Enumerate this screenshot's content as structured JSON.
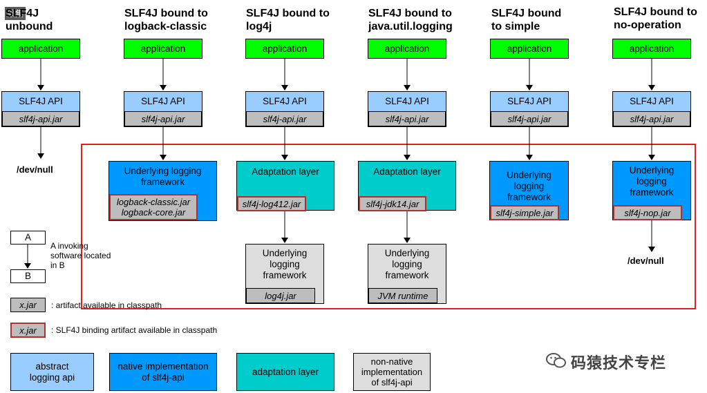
{
  "columns": [
    {
      "title": "SLF4J\nunbound",
      "app": "application",
      "api": "SLF4J API",
      "api_jar": "slf4j-api.jar",
      "end": "/dev/null"
    },
    {
      "title": "SLF4J bound to\nlogback-classic",
      "app": "application",
      "api": "SLF4J API",
      "api_jar": "slf4j-api.jar",
      "impl": "Underlying logging\nframework",
      "impl_jars": [
        "logback-classic.jar",
        "logback-core.jar"
      ]
    },
    {
      "title": "SLF4J bound to\nlog4j",
      "app": "application",
      "api": "SLF4J API",
      "api_jar": "slf4j-api.jar",
      "adapter": "Adaptation layer",
      "adapter_jar": "slf4j-log412.jar",
      "under": "Underlying\nlogging\nframework",
      "under_jar": "log4j.jar"
    },
    {
      "title": "SLF4J bound to\njava.util.logging",
      "app": "application",
      "api": "SLF4J API",
      "api_jar": "slf4j-api.jar",
      "adapter": "Adaptation layer",
      "adapter_jar": "slf4j-jdk14.jar",
      "under": "Underlying\nlogging\nframework",
      "under_jar": "JVM runtime"
    },
    {
      "title": "SLF4J bound\nto simple",
      "app": "application",
      "api": "SLF4J API",
      "api_jar": "slf4j-api.jar",
      "impl": "Underlying\nlogging\nframework",
      "impl_jar": "slf4j-simple.jar"
    },
    {
      "title": "SLF4J bound to\nno-operation",
      "app": "application",
      "api": "SLF4J API",
      "api_jar": "slf4j-api.jar",
      "impl": "Underlying\nlogging\nframework",
      "impl_jar": "slf4j-nop.jar",
      "end": "/dev/null"
    }
  ],
  "legend": {
    "a": "A",
    "b": "B",
    "invoke_text": "A invoking\nsoftware located\nin B",
    "jar_sample": "x.jar",
    "jar_text": ": artifact available in classpath",
    "binding_sample": "x.jar",
    "binding_text": ": SLF4J binding artifact available in classpath"
  },
  "key": {
    "abstract": "abstract\nlogging api",
    "native": "native implementation\nof slf4j-api",
    "adaptation": "adaptation layer",
    "nonnative": "non-native\nimplementation\nof slf4j-api"
  },
  "watermark": "采集",
  "brand": "码猿技术专栏",
  "colors": {
    "application": "#00ff00",
    "abstract_api": "#99ccff",
    "native": "#0099ff",
    "adaptation": "#00cccc",
    "nonnative": "#dddddd",
    "jar": "#bdbdbd",
    "binding_border": "#b03030",
    "highlight_border": "#e02020"
  }
}
